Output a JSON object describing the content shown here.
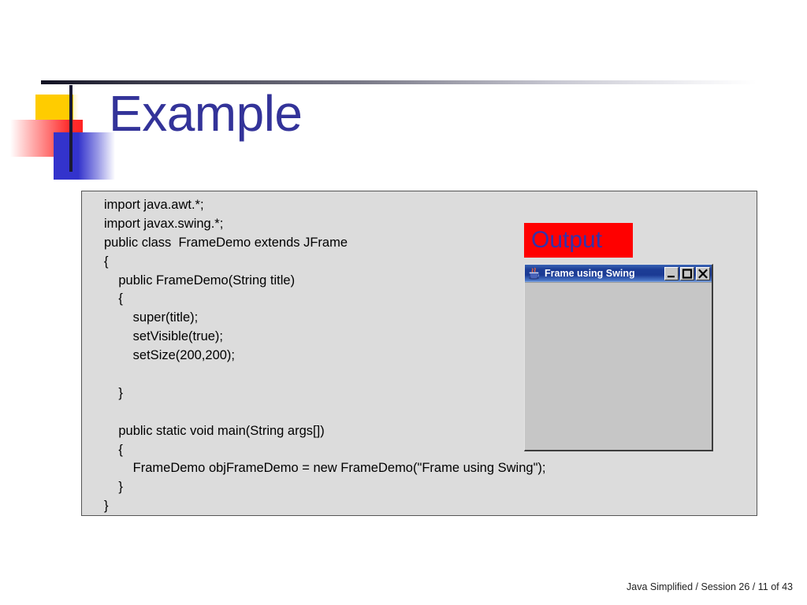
{
  "slide": {
    "title": "Example",
    "title_color": "#333399"
  },
  "decoration": {
    "yellow_color": "#FFCC00",
    "red_color": "#FF3333",
    "blue_color": "#3333CC",
    "line_color": "#1a1a33"
  },
  "code": {
    "lines": [
      "import java.awt.*;",
      "import javax.swing.*;",
      "public class  FrameDemo extends JFrame",
      "{",
      "    public FrameDemo(String title)",
      "    {",
      "        super(title);",
      "        setVisible(true);",
      "        setSize(200,200);",
      "",
      "    }",
      "",
      "    public static void main(String args[])",
      "    {",
      "        FrameDemo objFrameDemo = new FrameDemo(\"Frame using Swing\");",
      "    }",
      "}"
    ]
  },
  "output": {
    "label": "Output",
    "label_bg": "#FF0000",
    "label_color": "#3333AA"
  },
  "swing_window": {
    "title": "Frame using Swing",
    "icon": "java-coffee-cup-icon",
    "titlebar_color": "#1c3d96",
    "body_color": "#C6C6C6",
    "buttons": [
      {
        "name": "minimize",
        "glyph": "_"
      },
      {
        "name": "maximize",
        "glyph": "□"
      },
      {
        "name": "close",
        "glyph": "×"
      }
    ]
  },
  "footer": {
    "text": "Java Simplified  / Session 26 / 11 of 43"
  }
}
